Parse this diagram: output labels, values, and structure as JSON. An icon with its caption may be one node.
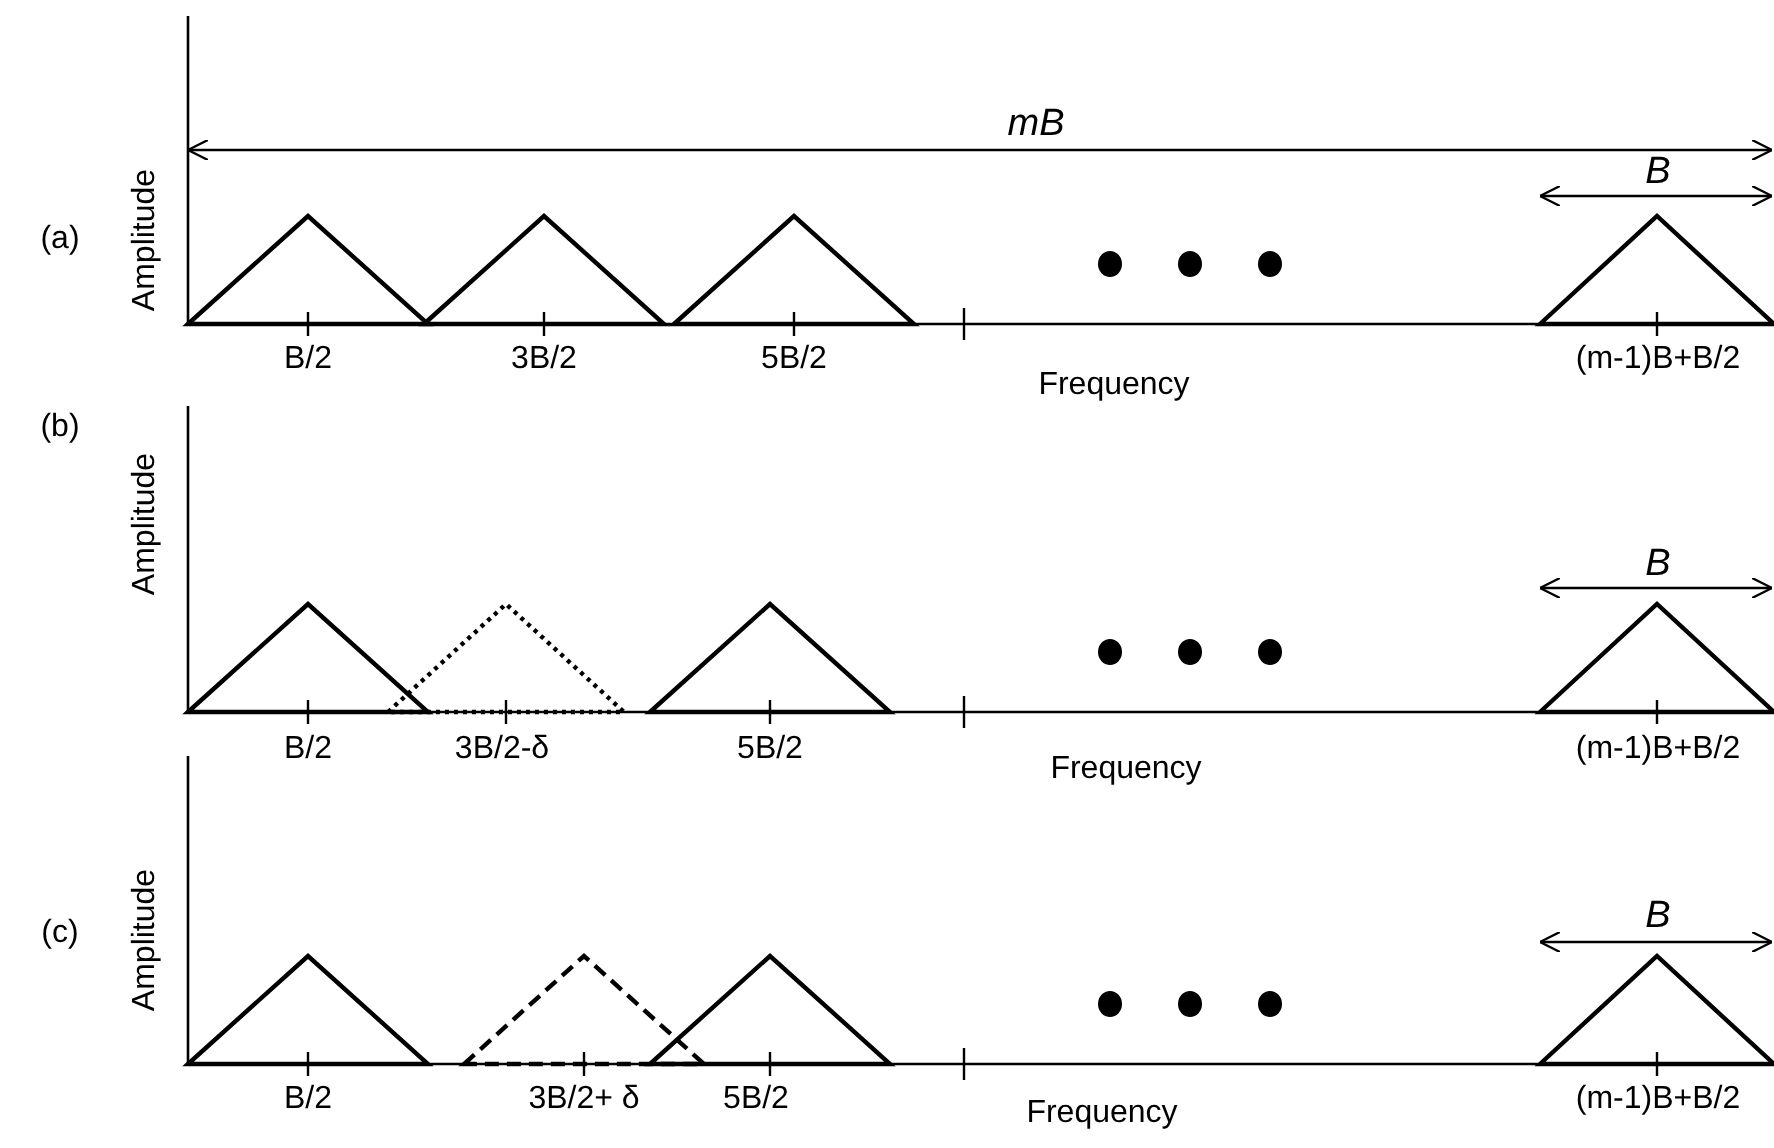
{
  "diagram": {
    "labels": [
      "(a)",
      "Amplitude",
      "mB",
      "B",
      "B/2",
      "3B/2",
      "5B/2",
      "Frequency",
      "(m-1)B+B/2",
      "(b)",
      "Amplitude",
      "B",
      "B/2",
      "3B/2-δ",
      "5B/2",
      "Frequency",
      "(m-1)B+B/2",
      "(c)",
      "Amplitude",
      "B",
      "B/2",
      "3B/2+ δ",
      "5B/2",
      "Frequency",
      "(m-1)B+B/2"
    ]
  }
}
